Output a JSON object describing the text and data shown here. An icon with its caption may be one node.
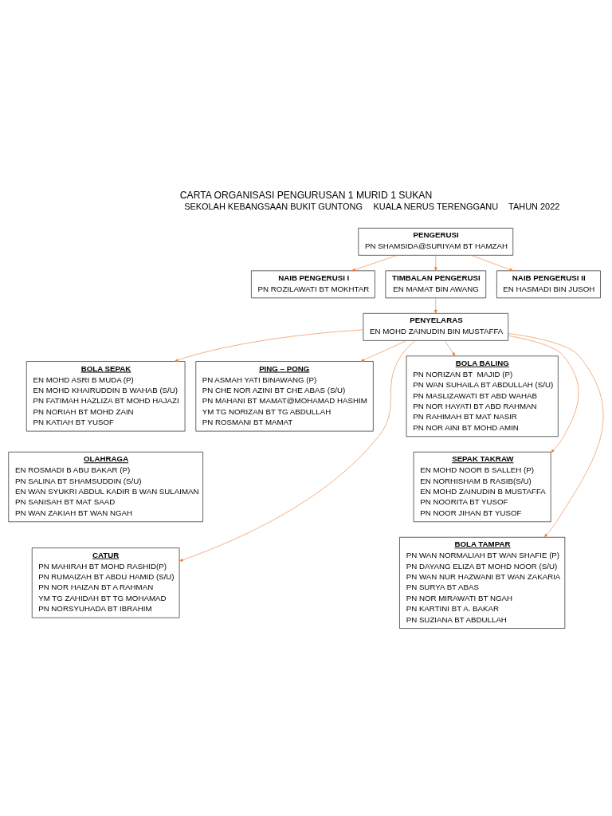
{
  "diagram": {
    "title": "CARTA ORGANISASI PENGURUSAN 1 MURID 1 SUKAN",
    "nodes": [
      {
        "text": [
          "PENGERUSI",
          "PN SHAMSIDA@SURIYAM BT HAMZAH"
        ]
      },
      {
        "text": [
          "NAIB PENGERUSI I",
          "PN ROZILAWATI BT MOKHTAR"
        ]
      },
      {
        "text": [
          "TIMBALAN PENGERUSI",
          "EN MAMAT BIN AWANG"
        ]
      },
      {
        "text": [
          "NAIB PENGERUSI II",
          "EN HASMADI BIN JUSOH"
        ]
      },
      {
        "text": [
          "PENYELARAS",
          "EN MOHD ZAINUDIN BIN MUSTAFFA"
        ]
      },
      {
        "text": [
          "BOLA SEPAK",
          "EN MOHD ASRI B MUDA (P)",
          "EN MOHD KHAIRUDDIN B WAHAB (S/U)",
          "PN FATIMAH HAZLIZA BT MOHD HAJAZI",
          "PN NORIAH BT MOHD ZAIN",
          "PN KATIAH BT YUSOF"
        ]
      },
      {
        "text": [
          "PING – PONG",
          "PN ASMAH YATI BINAWANG (P)",
          "PN CHE NOR AZINI BT CHE ABAS (S/U)",
          "PN MAHANI BT MAMAT@MOHAMAD HASHIM",
          "YM TG NORIZAN BT TG ABDULLAH",
          "PN ROSMANI BT MAMAT"
        ]
      },
      {
        "text": [
          "BOLA BALING",
          "PN NORIZAN BT  MAJID (P)",
          "PN WAN SUHAILA BT ABDULLAH (S/U)",
          "PN MASLIZAWATI BT ABD WAHAB",
          "PN NOR HAYATI BT ABD RAHMAN",
          "PN RAHIMAH BT MAT NASIR",
          "PN NOR AINI BT MOHD AMIN"
        ]
      },
      {
        "text": [
          "OLAHRAGA",
          "EN ROSMADI B ABU BAKAR (P)",
          "PN SALINA BT SHAMSUDDIN (S/U)",
          "EN WAN SYUKRI ABDUL KADIR B WAN SULAIMAN",
          "PN SANISAH BT MAT SAAD",
          "PN WAN ZAKIAH BT WAN NGAH"
        ]
      },
      {
        "text": [
          "SEPAK TAKRAW",
          "EN MOHD NOOR B SALLEH (P)",
          "EN NORHISHAM B RASIB(S/U)",
          "EN MOHD ZAINUDIN B MUSTAFFA",
          "PN NOORITA BT YUSOF",
          "PN NOOR JIHAN BT YUSOF"
        ]
      },
      {
        "text": [
          "CATUR",
          "PN MAHIRAH BT MOHD RASHID(P)",
          "PN RUMAIZAH BT ABDU HAMID (S/U)",
          "PN NOR HAIZAN BT A RAHMAN",
          "YM TG ZAHIDAH BT TG MOHAMAD",
          "PN NORSYUHADA BT IBRAHIM"
        ]
      },
      {
        "text": [
          "BOLA TAMPAR",
          "PN WAN NORMALIAH BT WAN SHAFIE (P)",
          "PN DAYANG ELIZA BT MOHD NOOR (S/U)",
          "PN WAN NUR HAZWANI BT WAN ZAKARIA",
          "PN SURYA BT ABAS",
          "PN NOR MIRAWATI BT NGAH",
          "PN KARTINI BT A. BAKAR",
          "PN SUZIANA BT ABDULLAH"
        ]
      }
    ],
    "edges": [
      {
        "from": 0,
        "to": 1,
        "arrow": "to"
      },
      {
        "from": 0,
        "to": 2,
        "arrow": "to"
      },
      {
        "from": 0,
        "to": 3,
        "arrow": "to"
      },
      {
        "from": 2,
        "to": 4,
        "arrow": "to"
      },
      {
        "from": 4,
        "to": 5,
        "arrow": "to"
      },
      {
        "from": 4,
        "to": 6,
        "arrow": "to"
      },
      {
        "from": 4,
        "to": 7,
        "arrow": "to"
      },
      {
        "from": 4,
        "to": 10,
        "arrow": "to"
      },
      {
        "from": 4,
        "to": 9,
        "arrow": "to"
      },
      {
        "from": 4,
        "to": 11,
        "arrow": "to"
      }
    ],
    "labels": [
      "SEKOLAH KEBANGSAAN BUKIT GUNTONG",
      "KUALA NERUS TERENGGANU",
      "TAHUN 2022"
    ]
  }
}
